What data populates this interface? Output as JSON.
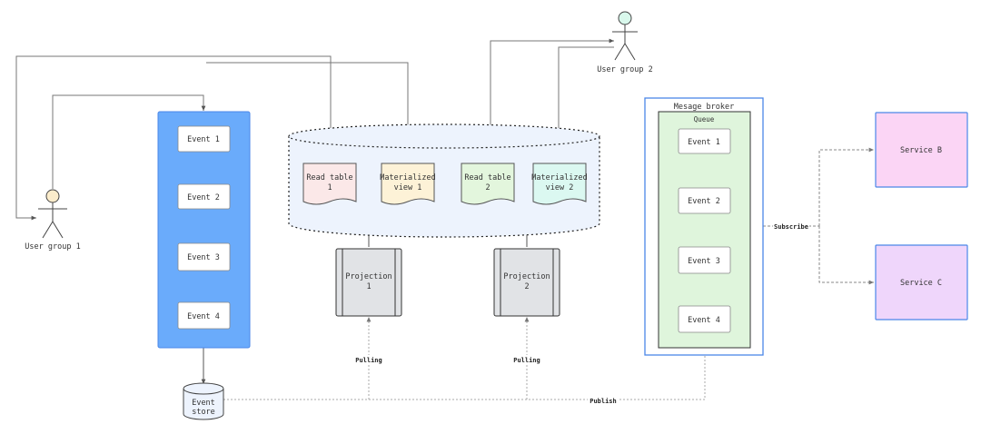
{
  "actors": {
    "user_group_1": "User group 1",
    "user_group_2": "User group 2"
  },
  "event_stream": {
    "events": [
      "Event 1",
      "Event 2",
      "Event 3",
      "Event 4"
    ]
  },
  "event_store": {
    "label_line1": "Event",
    "label_line2": "store"
  },
  "read_store": {
    "documents": [
      {
        "line1": "Read table",
        "line2": "1"
      },
      {
        "line1": "Materialized",
        "line2": "view 1"
      },
      {
        "line1": "Read table",
        "line2": "2"
      },
      {
        "line1": "Materialized",
        "line2": "view 2"
      }
    ]
  },
  "projections": [
    {
      "line1": "Projection",
      "line2": "1"
    },
    {
      "line1": "Projection",
      "line2": "2"
    }
  ],
  "broker": {
    "title": "Mesage broker",
    "queue_title": "Queue",
    "events": [
      "Event 1",
      "Event 2",
      "Event 3",
      "Event 4"
    ]
  },
  "services": {
    "service_b": "Service B",
    "service_c": "Service C"
  },
  "edge_labels": {
    "pulling": "Pulling",
    "publish": "Publish",
    "subscribe": "Subscribe"
  },
  "colors": {
    "event_stream_fill": "#6aabfb",
    "queue_fill": "#dff5dc",
    "service_b_fill": "#fbd5f5",
    "service_c_fill": "#efd6fb",
    "read_store_fill": "#edf3fd",
    "doc_read_1": "#fbe8e8",
    "doc_view_1": "#fdf2d7",
    "doc_read_2": "#e3f6dd",
    "doc_view_2": "#dbf8f1",
    "actor_1_head": "#fbeccb",
    "actor_2_head": "#d9f8ec",
    "projection_fill": "#e1e3e6",
    "border_blue": "#4b87e8"
  }
}
